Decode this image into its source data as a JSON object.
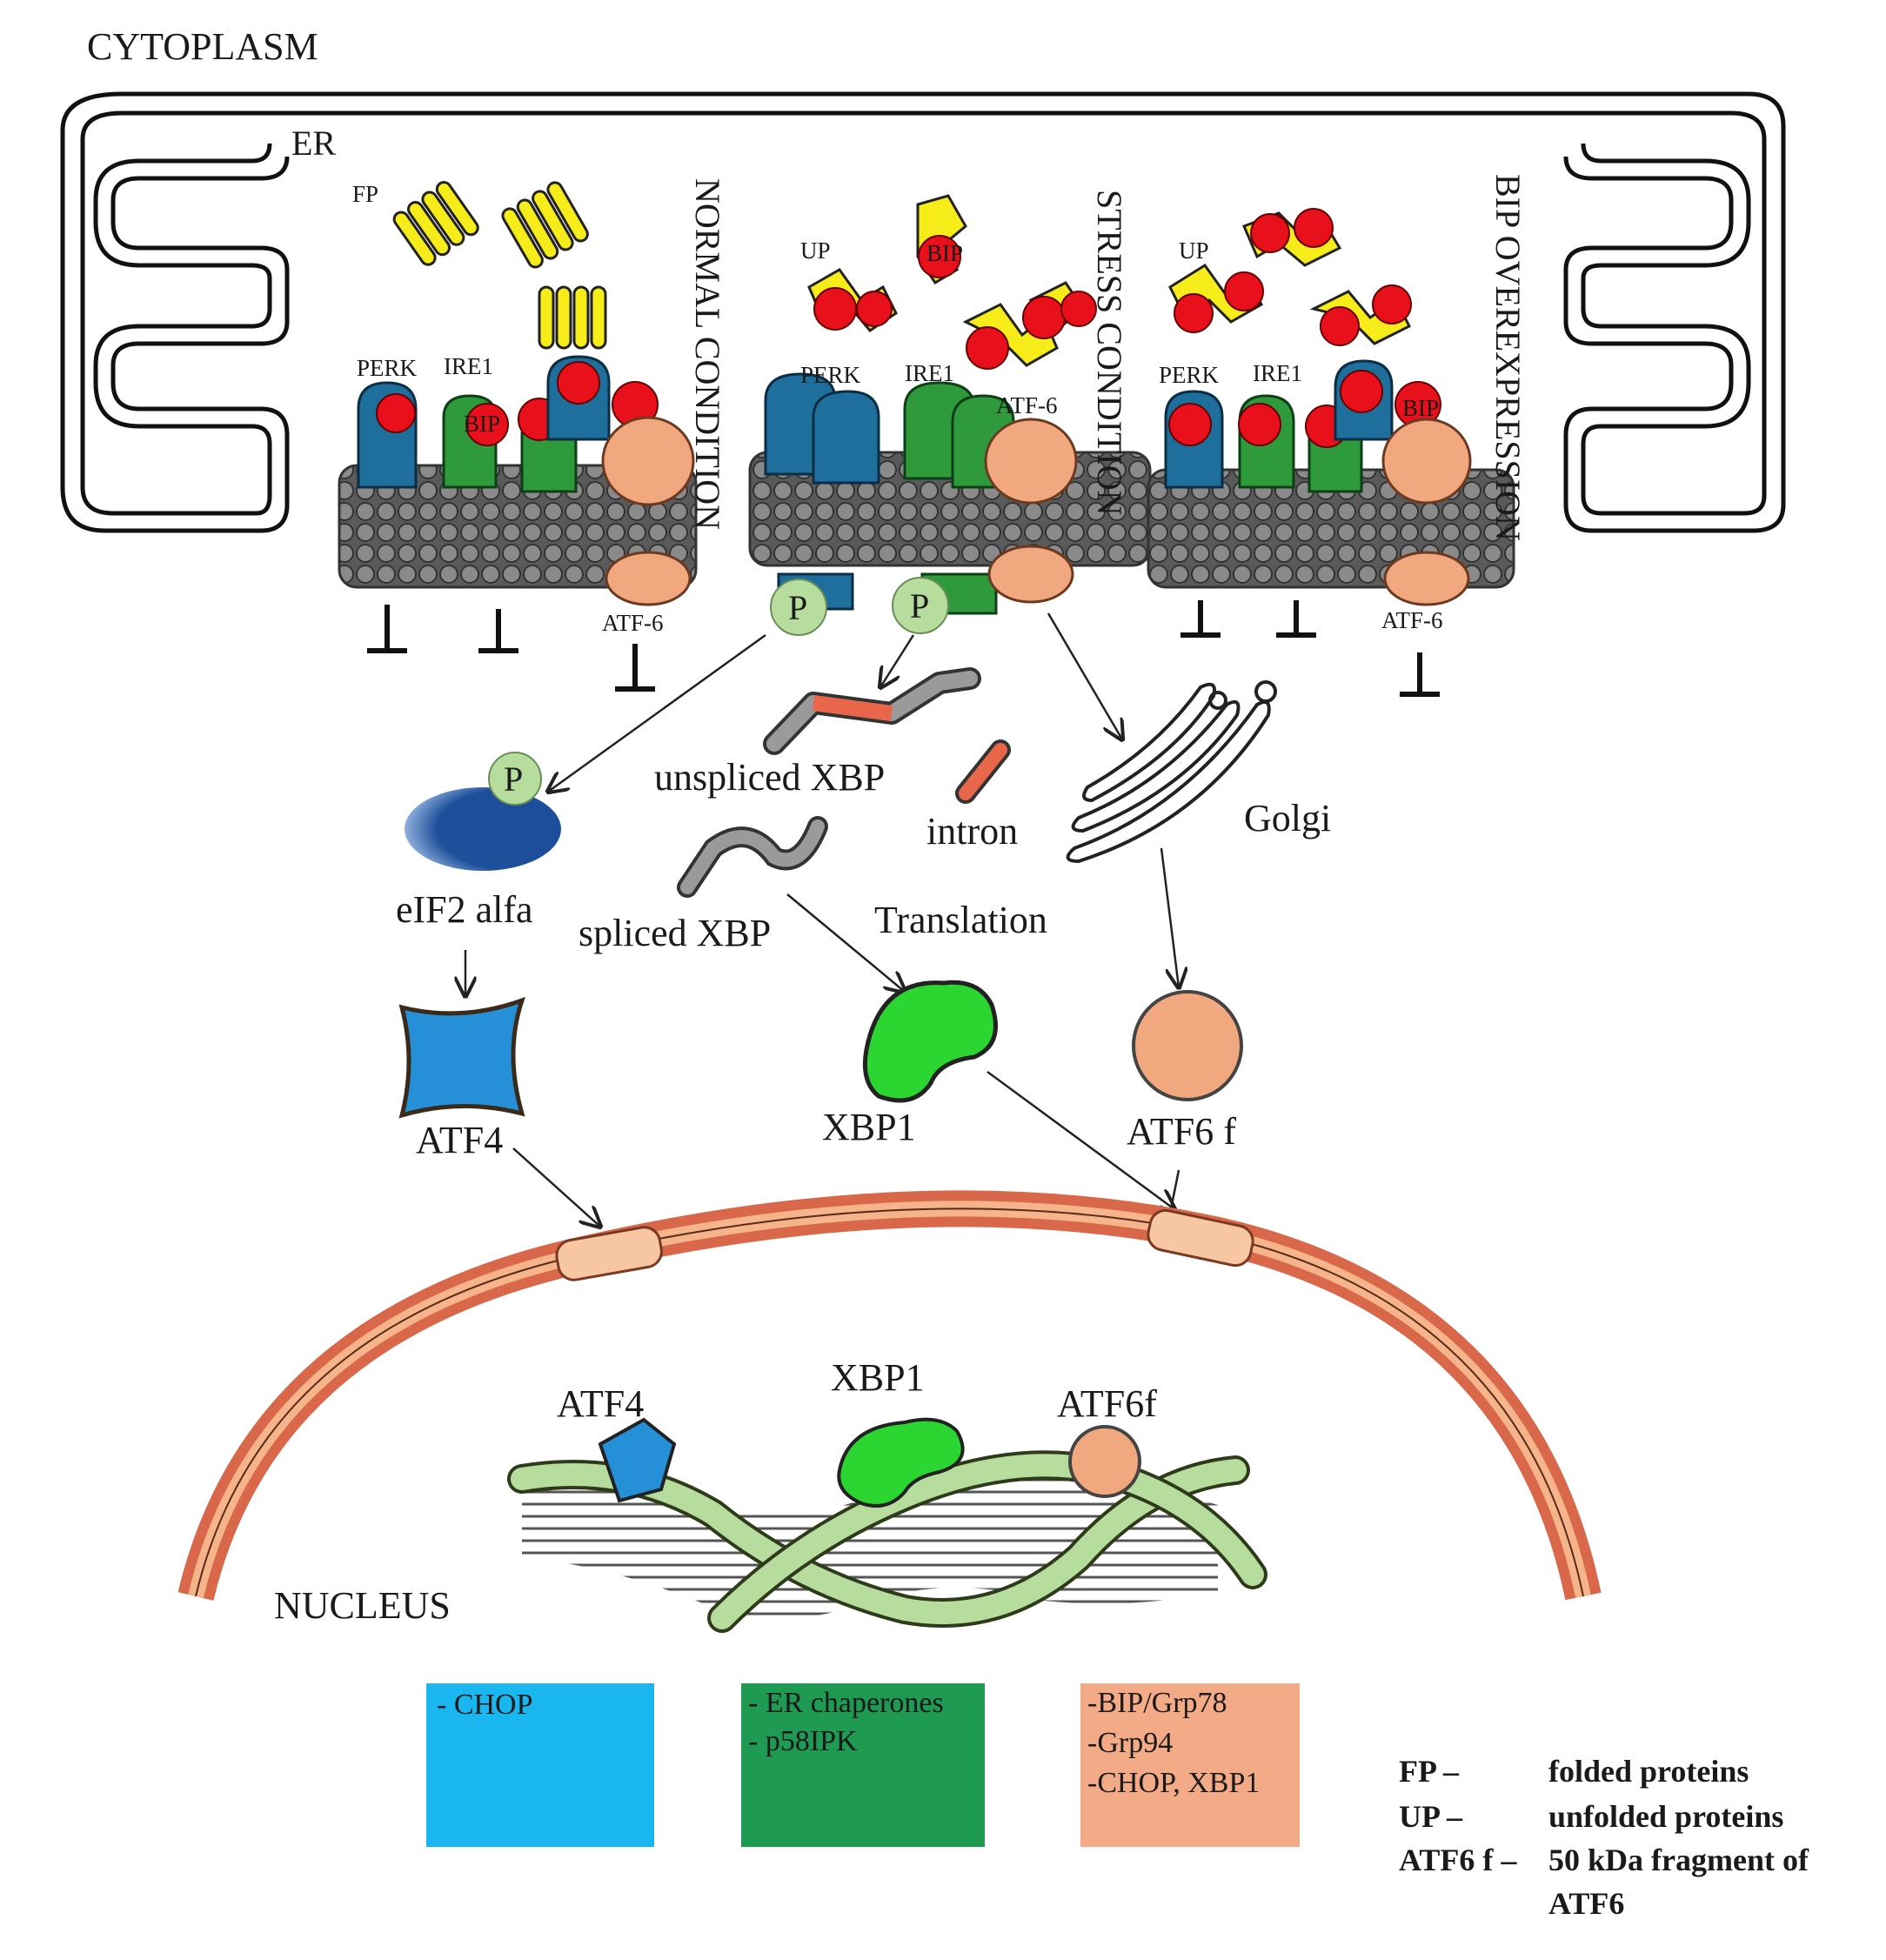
{
  "labels": {
    "cytoplasm": "CYTOPLASM",
    "er": "ER",
    "nucleus": "NUCLEUS",
    "fp": "FP",
    "up_stress": "UP",
    "up_bip": "UP",
    "normal_condition": "NORMAL CONDITION",
    "stress_condition": "STRESS CONDITION",
    "bip_overexpression": "BIP OVEREXPRESSION",
    "perk_normal": "PERK",
    "ire1_normal": "IRE1",
    "bip_normal": "BIP",
    "atf6_normal": "ATF-6",
    "perk_stress": "PERK",
    "ire1_stress": "IRE1",
    "atf6_stress": "ATF-6",
    "bip_stress": "BIP",
    "perk_bip": "PERK",
    "ire1_bip": "IRE1",
    "bip_bip": "BIP",
    "atf6_bip": "ATF-6",
    "p_perk": "P",
    "p_ire1": "P",
    "p_eif2": "P",
    "unspliced_xbp": "unspliced XBP",
    "intron": "intron",
    "golgi": "Golgi",
    "eif2_alfa": "eIF2 alfa",
    "spliced_xbp": "spliced XBP",
    "translation": "Translation",
    "atf4": "ATF4",
    "xbp1": "XBP1",
    "atf6f": "ATF6 f",
    "atf4_nuc": "ATF4",
    "xbp1_nuc": "XBP1",
    "atf6f_nuc": "ATF6f"
  },
  "boxes": {
    "atf4_targets": [
      "- CHOP"
    ],
    "xbp1_targets": [
      "- ER chaperones",
      "- p58IPK"
    ],
    "atf6_targets": [
      "-BIP/Grp78",
      "-Grp94",
      "-CHOP, XBP1"
    ]
  },
  "legend": [
    {
      "term": "FP –",
      "def": "folded proteins"
    },
    {
      "term": "UP –",
      "def": "unfolded proteins"
    },
    {
      "term": "ATF6 f –",
      "def": "50 kDa fragment of"
    },
    {
      "term": "",
      "def": "ATF6"
    }
  ],
  "colors": {
    "folded_protein": "#f5ec1a",
    "bip": "#e8101a",
    "perk": "#1f6f9c",
    "ire1": "#2e9a3c",
    "atf6": "#f2a87e",
    "atf4": "#2590d8",
    "xbp1": "#2bd630",
    "eif2": "#1e4f9a",
    "phospho": "#b6dd9e",
    "nuclear_envelope": "#d9674a",
    "box_atf4": "#19b6ef",
    "box_xbp1": "#1f9a52",
    "box_atf6": "#f2ab86"
  }
}
